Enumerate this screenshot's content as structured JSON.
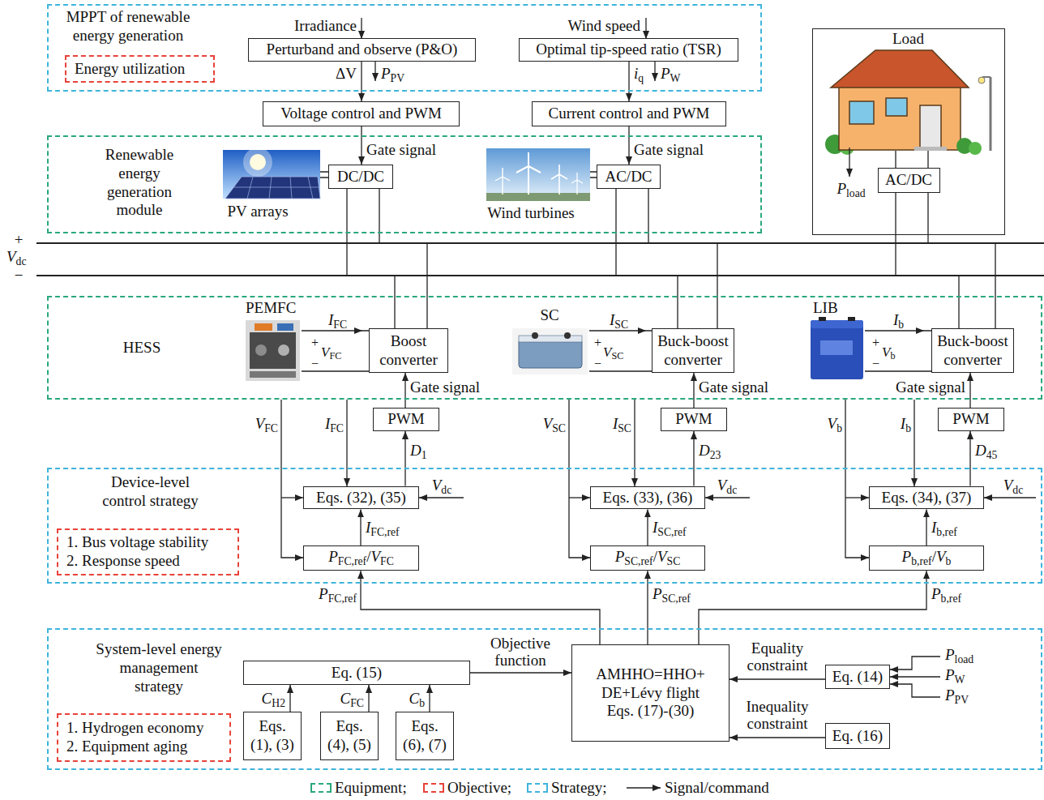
{
  "diagram": {
    "nodes": [
      {
        "text": [
          "MPPT of renewable energy generation"
        ]
      },
      {
        "text": [
          "Energy utilization"
        ],
        "in": 0
      },
      {
        "text": [
          "Perturband and observe (P&O)"
        ],
        "in": 0
      },
      {
        "text": [
          "Optimal tip-speed ratio (TSR)"
        ],
        "in": 0
      },
      {
        "text": [
          "Voltage control and PWM"
        ]
      },
      {
        "text": [
          "Current control and PWM"
        ]
      },
      {
        "text": [
          "Renewable energy generation module"
        ]
      },
      {
        "text": [
          "DC/DC"
        ],
        "in": 6
      },
      {
        "text": [
          "AC/DC"
        ],
        "in": 6
      },
      {
        "text": [
          "Load"
        ]
      },
      {
        "text": [
          "AC/DC"
        ],
        "in": 9
      },
      {
        "text": [
          "HESS"
        ]
      },
      {
        "text": [
          "Boost converter"
        ],
        "in": 11
      },
      {
        "text": [
          "Buck-boost converter"
        ],
        "in": 11
      },
      {
        "text": [
          "Buck-boost converter"
        ],
        "in": 11
      },
      {
        "text": [
          "PWM"
        ]
      },
      {
        "text": [
          "PWM"
        ]
      },
      {
        "text": [
          "PWM"
        ]
      },
      {
        "text": [
          "Device-level control strategy"
        ]
      },
      {
        "text": [
          "1. Bus voltage stability",
          "2. Response speed"
        ],
        "in": 18
      },
      {
        "text": [
          "Eqs. (32), (35)"
        ],
        "in": 18
      },
      {
        "text": [
          "PFC,ref/VFC"
        ],
        "in": 18
      },
      {
        "text": [
          "Eqs. (33), (36)"
        ],
        "in": 18
      },
      {
        "text": [
          "PSC,ref/VSC"
        ],
        "in": 18
      },
      {
        "text": [
          "Eqs. (34), (37)"
        ],
        "in": 18
      },
      {
        "text": [
          "Pb,ref/Vb"
        ],
        "in": 18
      },
      {
        "text": [
          "System-level energy management strategy"
        ]
      },
      {
        "text": [
          "1. Hydrogen economy",
          "2. Equipment aging"
        ],
        "in": 26
      },
      {
        "text": [
          "Eq. (15)"
        ],
        "in": 26
      },
      {
        "text": [
          "Eqs. (1), (3)"
        ],
        "in": 26
      },
      {
        "text": [
          "Eqs. (4), (5)"
        ],
        "in": 26
      },
      {
        "text": [
          "Eqs. (6), (7)"
        ],
        "in": 26
      },
      {
        "text": [
          "AMHHO=HHO+ DE+Lévy flight Eqs. (17)-(30)"
        ],
        "in": 26
      },
      {
        "text": [
          "Eq. (14)"
        ],
        "in": 26
      },
      {
        "text": [
          "Eq. (16)"
        ],
        "in": 26
      }
    ],
    "edges": [
      {
        "from": 2,
        "to": 4,
        "label": "ΔV",
        "arrow": "to"
      },
      {
        "from": 3,
        "to": 5,
        "label": "iq",
        "arrow": "to"
      },
      {
        "from": 4,
        "to": 7,
        "label": "Gate signal",
        "arrow": "to"
      },
      {
        "from": 5,
        "to": 8,
        "label": "Gate signal",
        "arrow": "to"
      },
      {
        "from": 15,
        "to": 12,
        "label": "Gate signal",
        "arrow": "to"
      },
      {
        "from": 16,
        "to": 13,
        "label": "Gate signal",
        "arrow": "to"
      },
      {
        "from": 17,
        "to": 14,
        "label": "Gate signal",
        "arrow": "to"
      },
      {
        "from": 20,
        "to": 15,
        "label": "D1",
        "arrow": "to"
      },
      {
        "from": 22,
        "to": 16,
        "label": "D23",
        "arrow": "to"
      },
      {
        "from": 24,
        "to": 17,
        "label": "D45",
        "arrow": "to"
      },
      {
        "from": 21,
        "to": 20,
        "label": "IFC,ref",
        "arrow": "to"
      },
      {
        "from": 23,
        "to": 22,
        "label": "ISC,ref",
        "arrow": "to"
      },
      {
        "from": 25,
        "to": 24,
        "label": "Ib,ref",
        "arrow": "to"
      },
      {
        "from": 32,
        "to": 21,
        "label": "PFC,ref",
        "arrow": "to"
      },
      {
        "from": 32,
        "to": 23,
        "label": "PSC,ref",
        "arrow": "to"
      },
      {
        "from": 32,
        "to": 25,
        "label": "Pb,ref",
        "arrow": "to"
      },
      {
        "from": 28,
        "to": 32,
        "label": "Objective function",
        "arrow": "to"
      },
      {
        "from": 33,
        "to": 32,
        "label": "Equality constraint",
        "arrow": "to"
      },
      {
        "from": 34,
        "to": 32,
        "label": "Inequality constraint",
        "arrow": "to"
      },
      {
        "from": 29,
        "to": 28,
        "label": "CH2",
        "arrow": "to"
      },
      {
        "from": 30,
        "to": 28,
        "label": "CFC",
        "arrow": "to"
      },
      {
        "from": 31,
        "to": 28,
        "label": "Cb",
        "arrow": "to"
      }
    ],
    "labels": [
      "Irradiance",
      "PPV",
      "Wind speed",
      "PW",
      "PV arrays",
      "Wind turbines",
      "Pload",
      "+",
      "Vdc",
      "−",
      "PEMFC",
      "IFC",
      "+",
      "VFC",
      "−",
      "SC",
      "ISC",
      "+",
      "VSC",
      "−",
      "LIB",
      "Ib",
      "+",
      "Vb",
      "−",
      "VFC",
      "IFC",
      "VSC",
      "ISC",
      "Vb",
      "Ib",
      "Vdc",
      "Vdc",
      "Vdc",
      "Pload",
      "PW",
      "PPV"
    ],
    "legend": [
      {
        "text": "Equipment;",
        "color": "#2aa87e"
      },
      {
        "text": "Objective;",
        "color": "#e8423a"
      },
      {
        "text": "Strategy;",
        "color": "#3fb4dc"
      },
      {
        "text": "Signal/command"
      }
    ]
  }
}
